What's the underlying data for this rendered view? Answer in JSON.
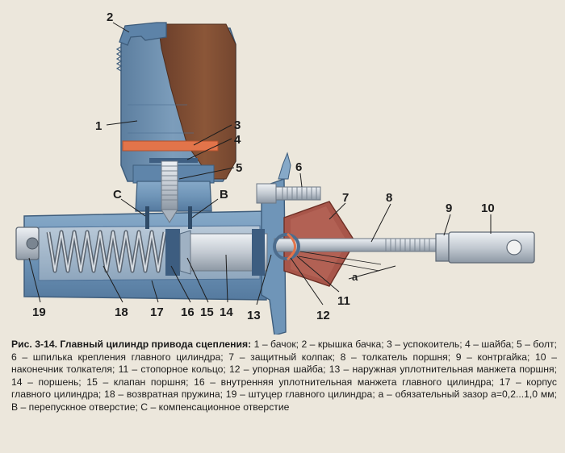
{
  "figure": {
    "callouts": [
      {
        "id": "1",
        "label": "1"
      },
      {
        "id": "2",
        "label": "2"
      },
      {
        "id": "3",
        "label": "3"
      },
      {
        "id": "4",
        "label": "4"
      },
      {
        "id": "5",
        "label": "5"
      },
      {
        "id": "6",
        "label": "6"
      },
      {
        "id": "7",
        "label": "7"
      },
      {
        "id": "8",
        "label": "8"
      },
      {
        "id": "9",
        "label": "9"
      },
      {
        "id": "10",
        "label": "10"
      },
      {
        "id": "11",
        "label": "11"
      },
      {
        "id": "12",
        "label": "12"
      },
      {
        "id": "13",
        "label": "13"
      },
      {
        "id": "14",
        "label": "14"
      },
      {
        "id": "15",
        "label": "15"
      },
      {
        "id": "16",
        "label": "16"
      },
      {
        "id": "17",
        "label": "17"
      },
      {
        "id": "18",
        "label": "18"
      },
      {
        "id": "19",
        "label": "19"
      },
      {
        "id": "B",
        "label": "В"
      },
      {
        "id": "C",
        "label": "С"
      },
      {
        "id": "a",
        "label": "а"
      }
    ]
  },
  "caption": {
    "title": "Рис. 3-14. Главный цилиндр привода сцепления:",
    "text": "1 – бачок; 2 – крышка бачка; 3 – успокоитель; 4 – шайба; 5 – болт; 6 – шпилька крепления главного цилиндра; 7 – защитный колпак; 8 – толкатель поршня; 9 – контргайка; 10 – наконечник толкателя; 11 – стопорное кольцо; 12 – упорная шайба; 13 – наружная уплотнительная манжета поршня; 14 – поршень; 15 – клапан поршня; 16 – внутренняя уплотнительная манжета главного цилиндра; 17 – корпус главного цилиндра; 18 – возвратная пружина; 19 – штуцер главного цилиндра; а – обязательный зазор а=0,2...1,0 мм; В – перепускное отверстие; С – компенсационное отверстие"
  },
  "colors": {
    "body_blue": "#6f95b8",
    "body_dark": "#4d7096",
    "reservoir_brown": "#7a4a33",
    "boot_red": "#a8564a",
    "baffle_orange": "#e2744a",
    "steel": "#c9cfd6"
  }
}
